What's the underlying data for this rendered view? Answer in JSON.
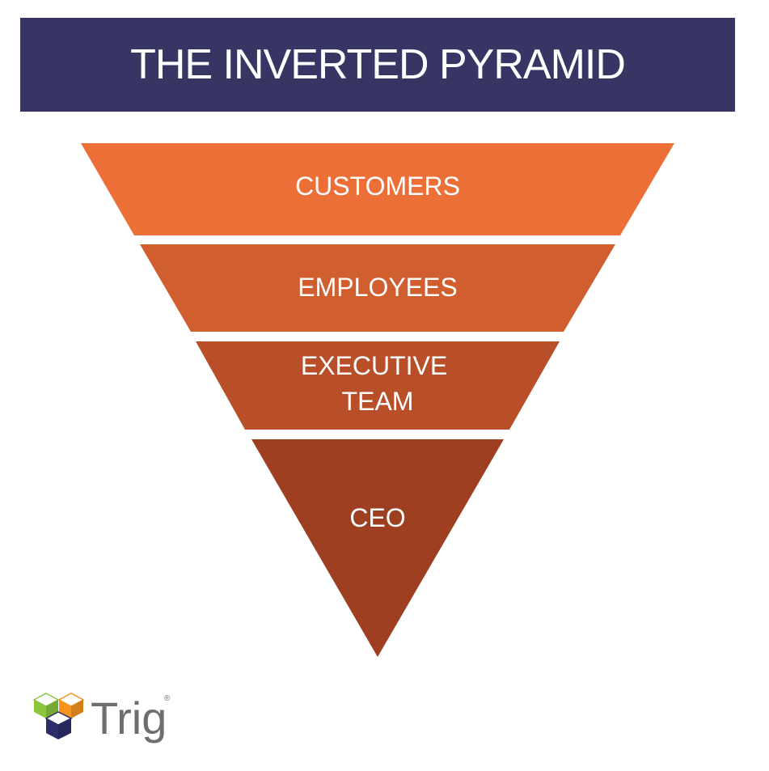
{
  "title": "THE INVERTED PYRAMID",
  "tiers": [
    {
      "label_lines": [
        "CUSTOMERS"
      ],
      "color": "#ec6f37"
    },
    {
      "label_lines": [
        "EMPLOYEES"
      ],
      "color": "#d05e2e"
    },
    {
      "label_lines": [
        "EXECUTIVE",
        "TEAM"
      ],
      "color": "#b84f29"
    },
    {
      "label_lines": [
        "CEO"
      ],
      "color": "#9e3f22"
    }
  ],
  "colors": {
    "banner": "#363564",
    "logo_text": "#6d6e71",
    "logo_green": "#8cc63f",
    "logo_orange": "#f7941d",
    "logo_navy": "#2e2d6b"
  },
  "logo": {
    "text": "Trig",
    "registered": "®",
    "icon": "cube-icon"
  }
}
